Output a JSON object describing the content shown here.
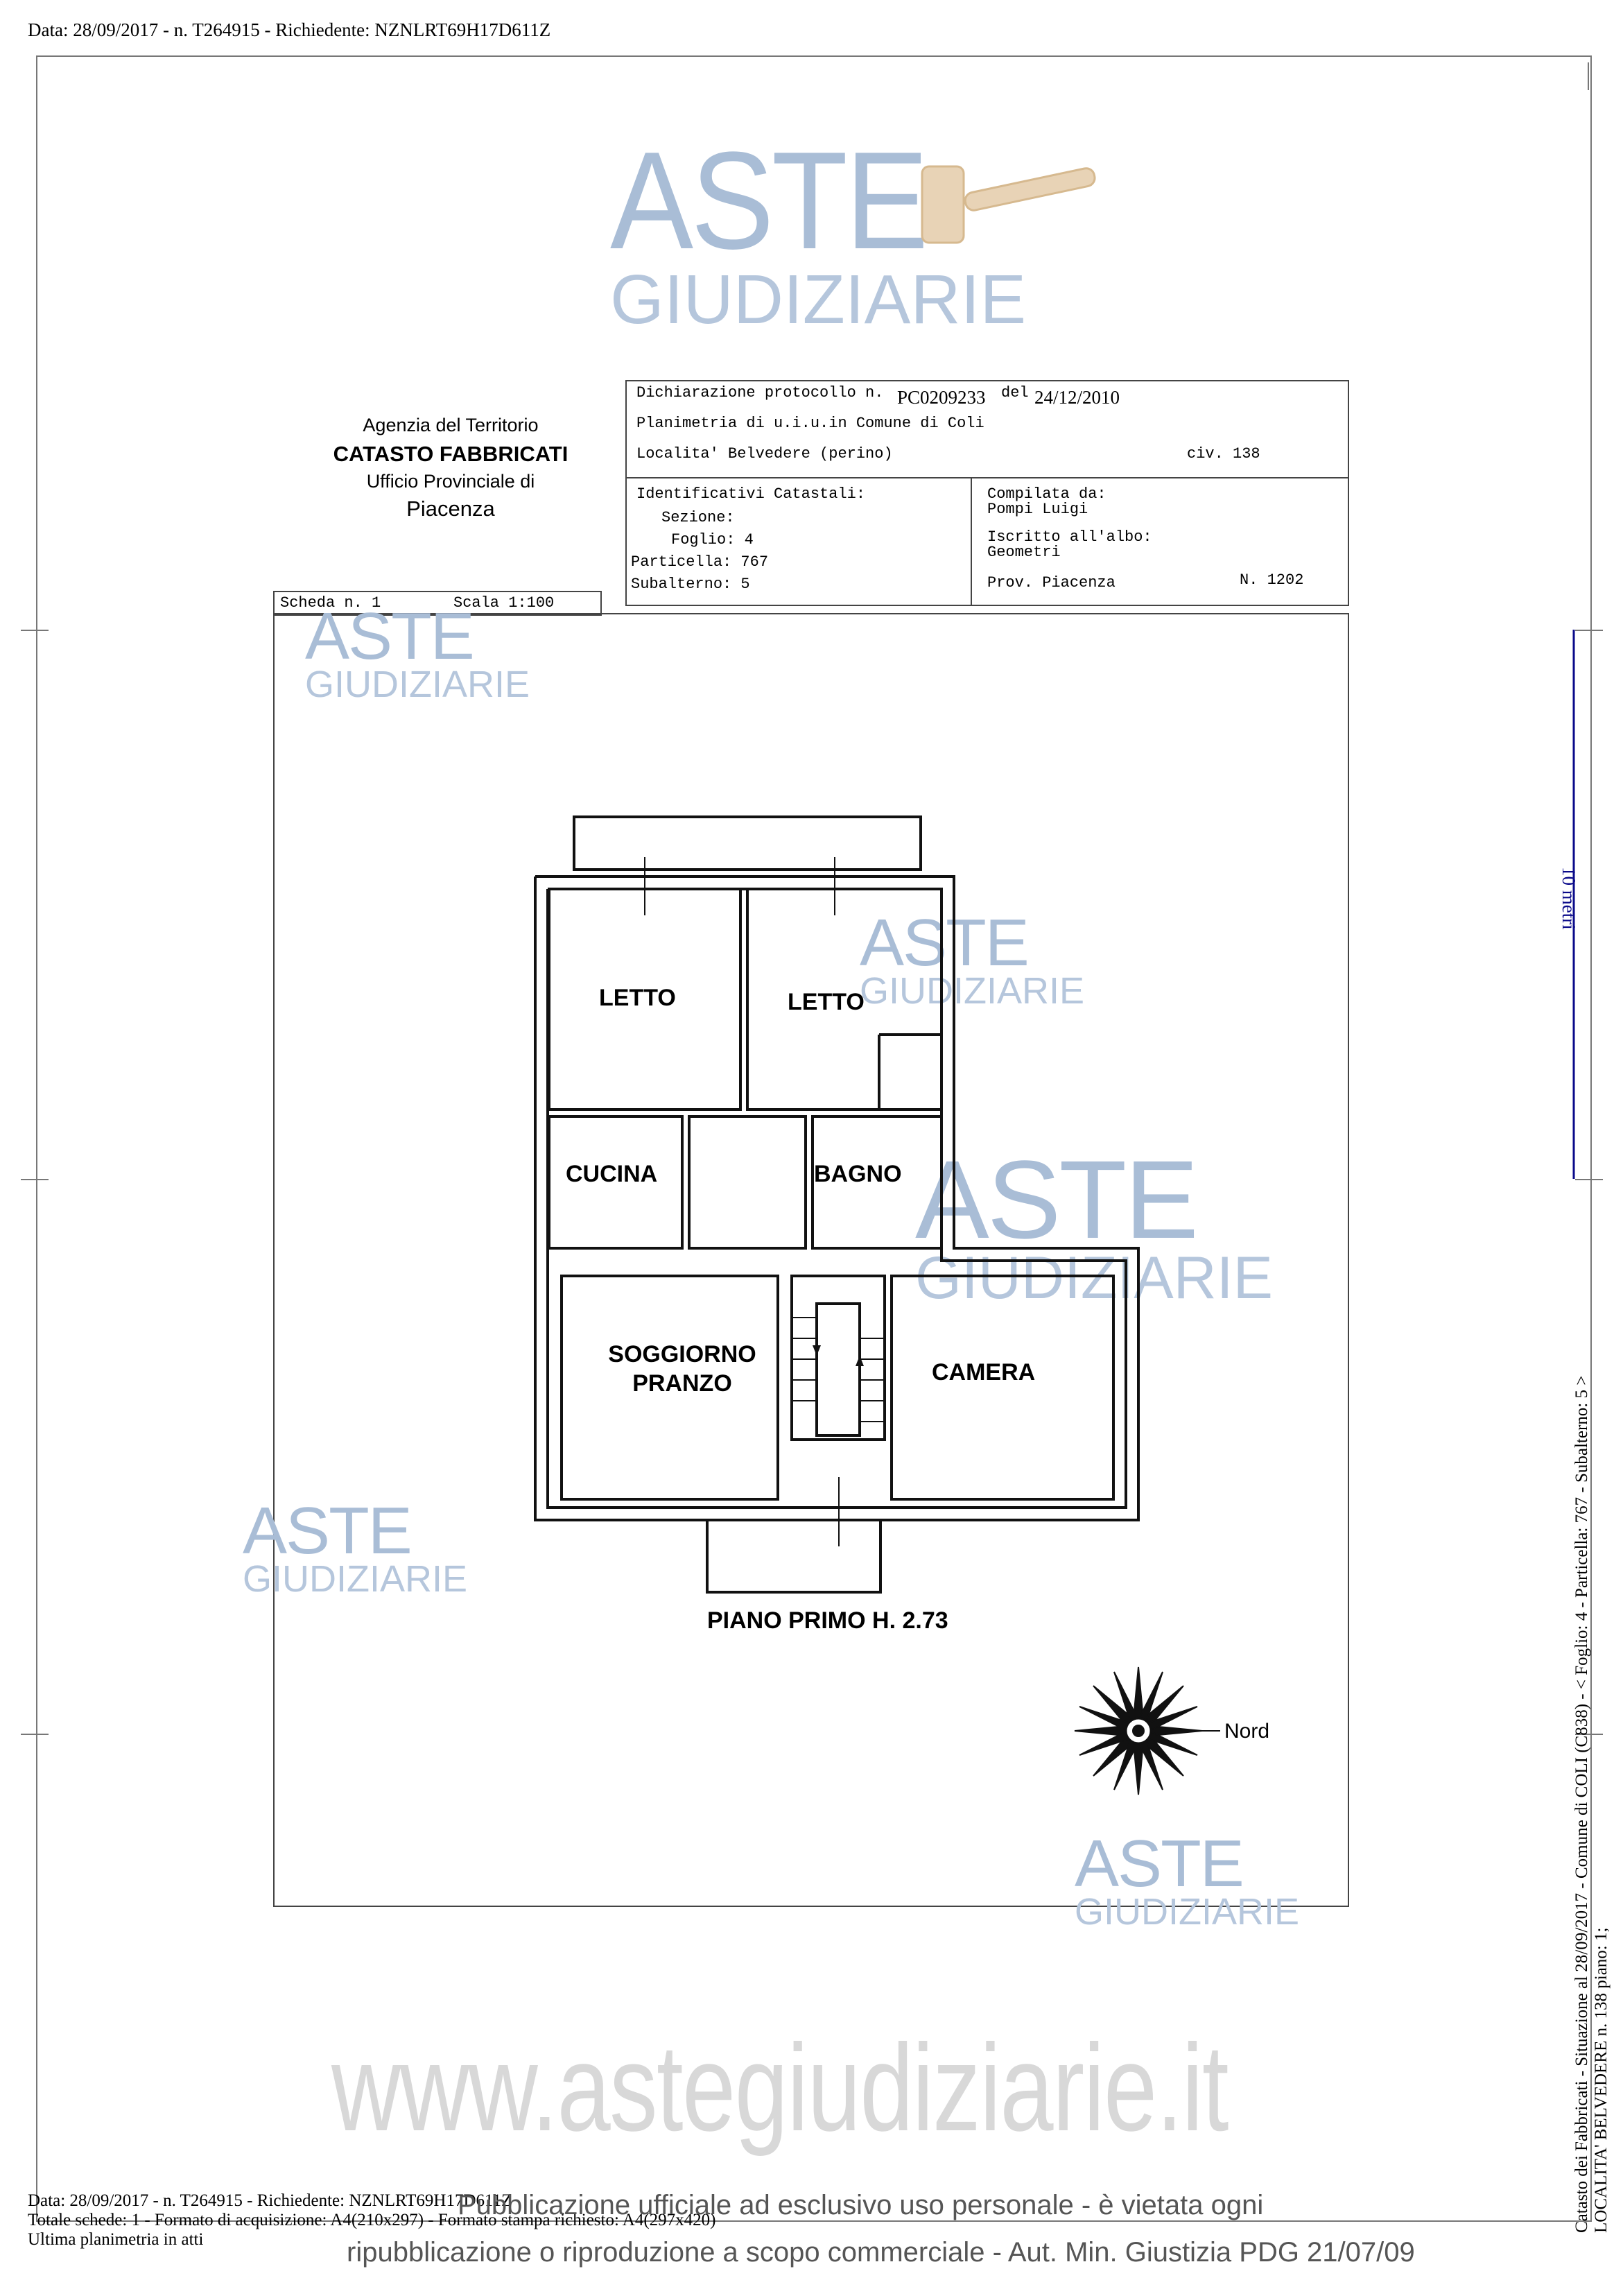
{
  "top_header": "Data: 28/09/2017 - n. T264915 - Richiedente: NZNLRT69H17D611Z",
  "watermark": {
    "aste": "ASTE",
    "giudiziarie": "GIUDIZIARIE",
    "site": "www.astegiudiziarie.it",
    "pub_line1": "Pubblicazione ufficiale ad esclusivo uso personale - è vietata ogni",
    "pub_line2": "ripubblicazione o riproduzione a scopo commerciale - Aut. Min. Giustizia PDG 21/07/09"
  },
  "agency": {
    "line1": "Agenzia del Territorio",
    "line2": "CATASTO FABBRICATI",
    "line3": "Ufficio Provinciale di",
    "line4": "Piacenza"
  },
  "declaration": {
    "protocol_label": "Dichiarazione protocollo n.",
    "protocol_no": "PC0209233",
    "del_label": "del",
    "date": "24/12/2010",
    "planimetry": "Planimetria di u.i.u.in Comune di Coli",
    "locality": "Localita' Belvedere (perino)",
    "civ": "civ. 138"
  },
  "identifiers": {
    "title": "Identificativi Catastali:",
    "sezione": "Sezione:",
    "foglio": "Foglio: 4",
    "particella": "Particella: 767",
    "subalterno": "Subalterno: 5"
  },
  "compiler": {
    "compilata_label": "Compilata da:",
    "compilata_name": "Pompi Luigi",
    "iscritto_label": "Iscritto all'albo:",
    "iscritto_value": "Geometri",
    "prov": "Prov. Piacenza",
    "number": "N.  1202"
  },
  "scheda": "Scheda n. 1",
  "scala": "Scala 1:100",
  "rooms": {
    "letto1": "LETTO",
    "letto2": "LETTO",
    "cucina": "CUCINA",
    "bagno": "BAGNO",
    "soggiorno1": "SOGGIORNO",
    "soggiorno2": "PRANZO",
    "camera": "CAMERA"
  },
  "plan_title": "PIANO PRIMO  H. 2.73",
  "north_label": "Nord",
  "scale_bar_label": "10 metri",
  "side_text_line1": "Catasto dei Fabbricati - Situazione al 28/09/2017 - Comune di COLI (C838) - < Foglio: 4 - Particella: 767 - Subalterno: 5 >",
  "side_text_line2": "LOCALITA' BELVEDERE n. 138 piano: 1;",
  "footer": {
    "line1": "Data: 28/09/2017 - n. T264915 - Richiedente: NZNLRT69H17D611Z",
    "line2": "Totale schede: 1 - Formato di acquisizione: A4(210x297) - Formato stampa richiesto: A4(297x420)",
    "line3": "Ultima planimetria in atti"
  }
}
